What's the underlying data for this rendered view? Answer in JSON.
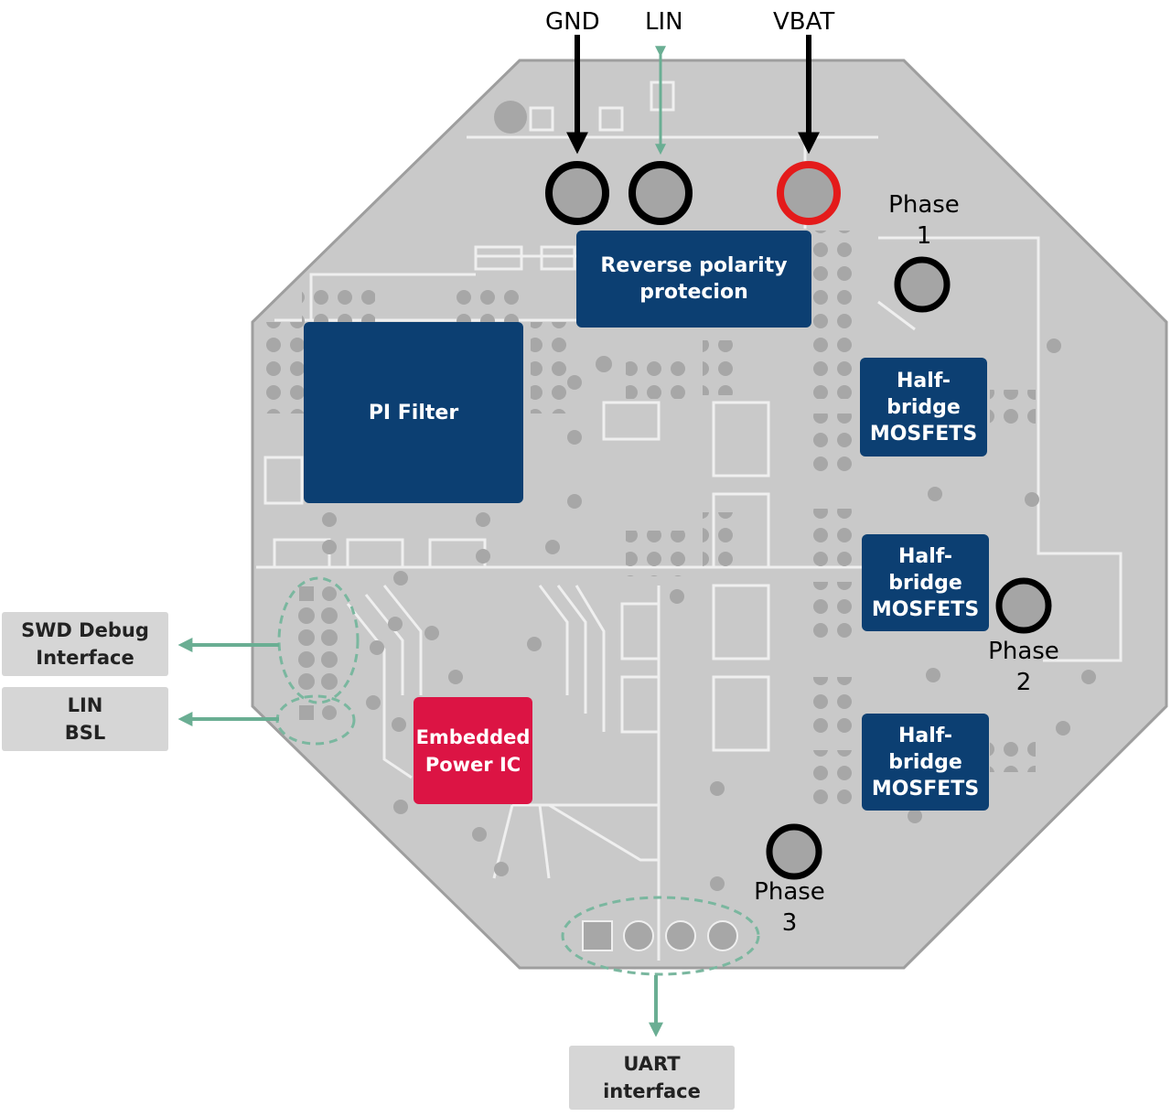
{
  "colors": {
    "board": "#c9c9c9",
    "board_outline": "#9e9e9e",
    "trace": "#efefef",
    "pad": "#a7a7a7",
    "block_blue": "#0c3f72",
    "block_red": "#dc1444",
    "side_box": "#d6d6d6",
    "teal_arrow": "#6aae93",
    "vbat_ring": "#e41b1b"
  },
  "pins": {
    "gnd": "GND",
    "lin": "LIN",
    "vbat": "VBAT"
  },
  "phases": {
    "phase1": "Phase\n1",
    "phase2": "Phase\n2",
    "phase3": "Phase\n3"
  },
  "blocks": {
    "reverse_polarity": "Reverse polarity\nprotecion",
    "pi_filter": "PI Filter",
    "half_bridge_1": "Half-bridge\nMOSFETS",
    "half_bridge_2": "Half-bridge\nMOSFETS",
    "half_bridge_3": "Half-bridge\nMOSFETS",
    "embedded_power_ic": "Embedded\nPower IC"
  },
  "interfaces": {
    "swd": "SWD Debug\nInterface",
    "lin_bsl": "LIN\nBSL",
    "uart": "UART\ninterface"
  }
}
